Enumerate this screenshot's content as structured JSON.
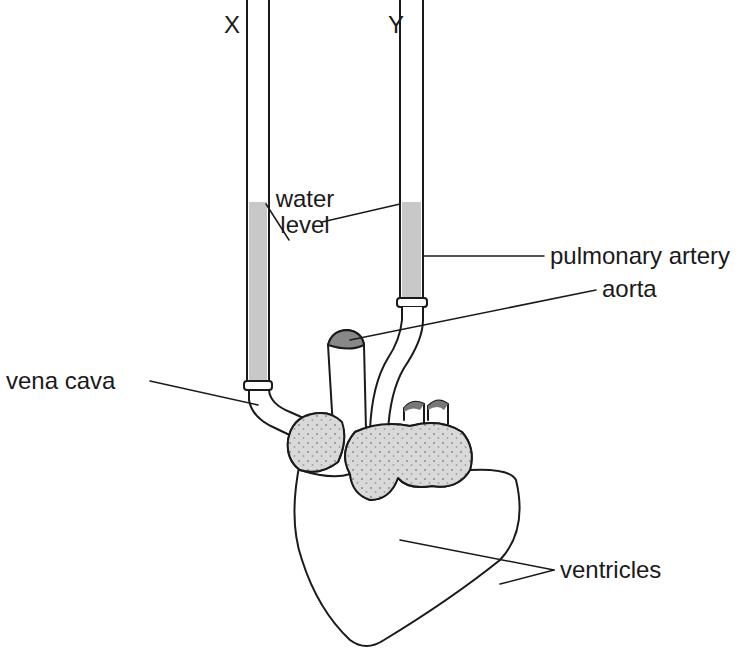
{
  "diagram": {
    "labels": [
      "X",
      "Y",
      "water level",
      "pulmonary artery",
      "aorta",
      "vena cava",
      "ventricles"
    ]
  }
}
